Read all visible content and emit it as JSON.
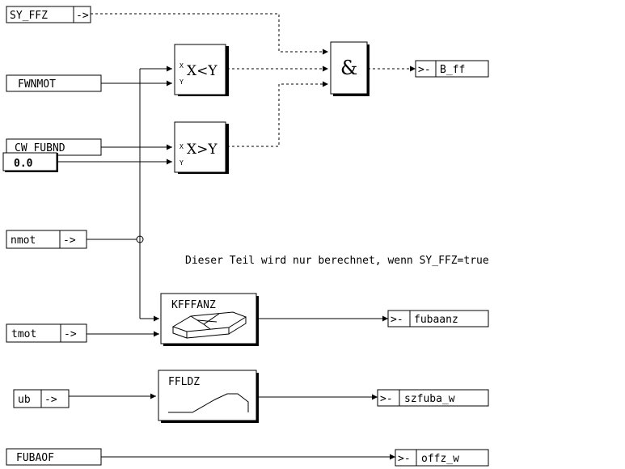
{
  "inputs": {
    "sy_ffz": {
      "label": "SY_FFZ",
      "arrow": "->"
    },
    "fwnmot": {
      "label": "FWNMOT"
    },
    "cw_fubnd": {
      "label": "CW_FUBND"
    },
    "const_zero": {
      "label": "0.0"
    },
    "nmot": {
      "label": "nmot",
      "arrow": "->"
    },
    "tmot": {
      "label": "tmot",
      "arrow": "->"
    },
    "ub": {
      "label": "ub",
      "arrow": "->"
    },
    "fubaof": {
      "label": "FUBAOF"
    }
  },
  "blocks": {
    "cmp_less": {
      "x": "X",
      "y": "Y",
      "op": "X<Y"
    },
    "cmp_greater": {
      "x": "X",
      "y": "Y",
      "op": "X>Y"
    },
    "and_gate": {
      "symbol": "&"
    },
    "kfffanz": {
      "label": "KFFFANZ"
    },
    "ffldz": {
      "label": "FFLDZ"
    }
  },
  "outputs": {
    "b_ff": {
      "arrow": ">-",
      "label": "B_ff"
    },
    "fubaanz": {
      "arrow": ">-",
      "label": "fubaanz"
    },
    "szfuba_w": {
      "arrow": ">-",
      "label": "szfuba_w"
    },
    "offz_w": {
      "arrow": ">-",
      "label": "offz_w"
    }
  },
  "note": "Dieser Teil wird nur berechnet, wenn SY_FFZ=true",
  "colors": {
    "line": "#000000",
    "background": "#ffffff"
  }
}
